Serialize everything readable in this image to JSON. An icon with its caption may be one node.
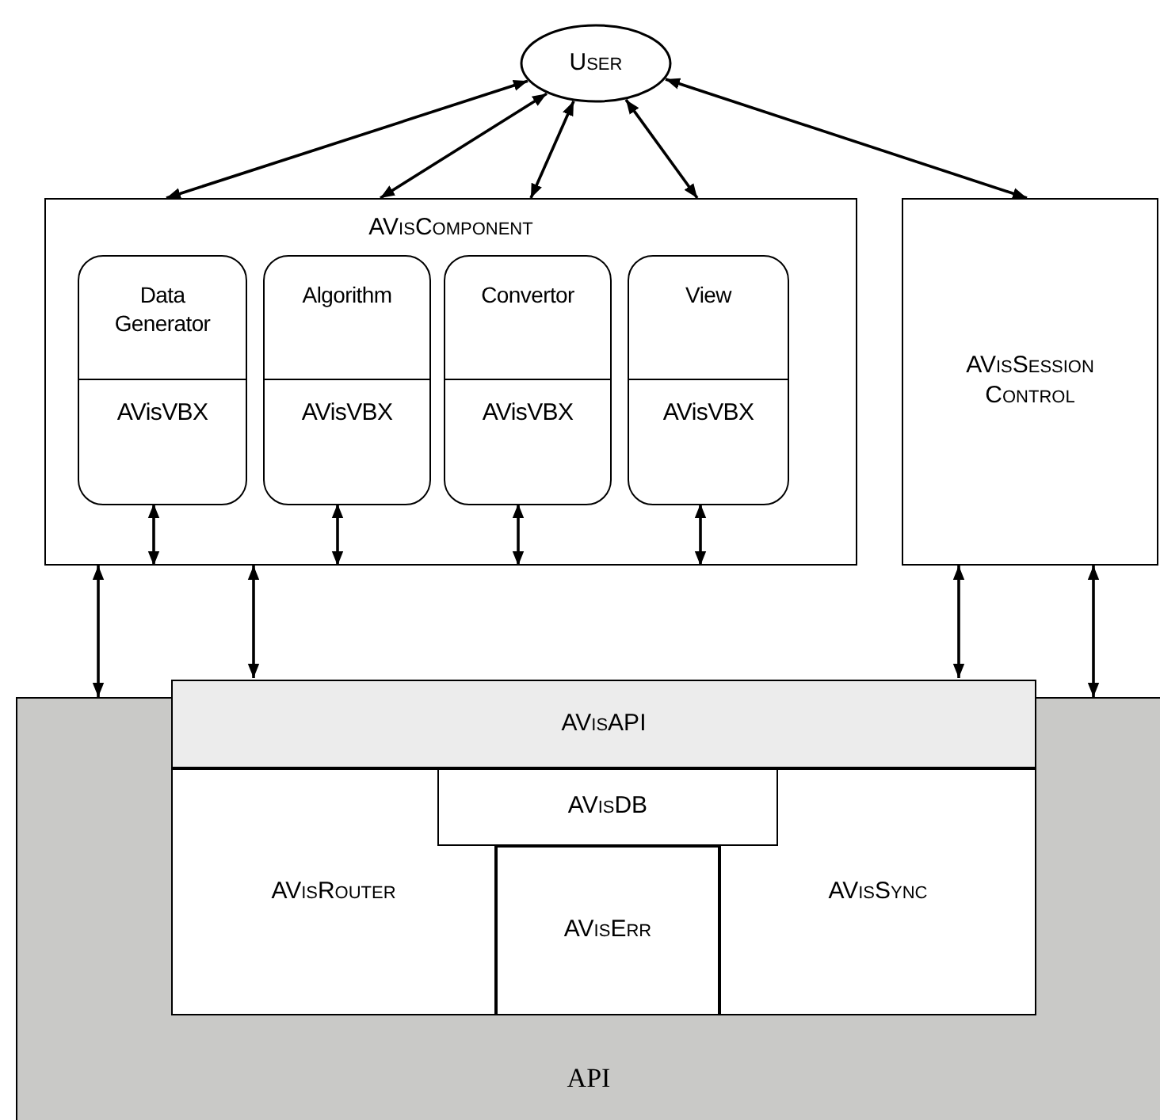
{
  "diagram": {
    "nodes": [
      {
        "text": [
          "User"
        ]
      },
      {
        "text": [
          "AVisComponent"
        ]
      },
      {
        "text": [
          "Data Generator",
          "AVisVBX"
        ],
        "in": 1
      },
      {
        "text": [
          "Algorithm",
          "AVisVBX"
        ],
        "in": 1
      },
      {
        "text": [
          "Convertor",
          "AVisVBX"
        ],
        "in": 1
      },
      {
        "text": [
          "View",
          "AVisVBX"
        ],
        "in": 1
      },
      {
        "text": [
          "AVisSession Control"
        ]
      },
      {
        "text": [
          "API"
        ]
      },
      {
        "text": [
          "AVisAPI"
        ],
        "in": 7
      },
      {
        "text": [
          "AVisDB"
        ],
        "in": 7
      },
      {
        "text": [
          "AVisRouter"
        ],
        "in": 7
      },
      {
        "text": [
          "AVisErr"
        ],
        "in": 7
      },
      {
        "text": [
          "AVisSync"
        ],
        "in": 7
      }
    ],
    "edges": [
      {
        "from": 0,
        "to": 1,
        "arrow": "both"
      },
      {
        "from": 0,
        "to": 1,
        "arrow": "both"
      },
      {
        "from": 0,
        "to": 1,
        "arrow": "both"
      },
      {
        "from": 0,
        "to": 1,
        "arrow": "both"
      },
      {
        "from": 0,
        "to": 6,
        "arrow": "both"
      },
      {
        "from": 2,
        "to": 1,
        "arrow": "both"
      },
      {
        "from": 3,
        "to": 1,
        "arrow": "both"
      },
      {
        "from": 4,
        "to": 1,
        "arrow": "both"
      },
      {
        "from": 5,
        "to": 1,
        "arrow": "both"
      },
      {
        "from": 1,
        "to": 7,
        "arrow": "both"
      },
      {
        "from": 1,
        "to": 8,
        "arrow": "both"
      },
      {
        "from": 6,
        "to": 8,
        "arrow": "both"
      },
      {
        "from": 6,
        "to": 7,
        "arrow": "both"
      }
    ]
  }
}
